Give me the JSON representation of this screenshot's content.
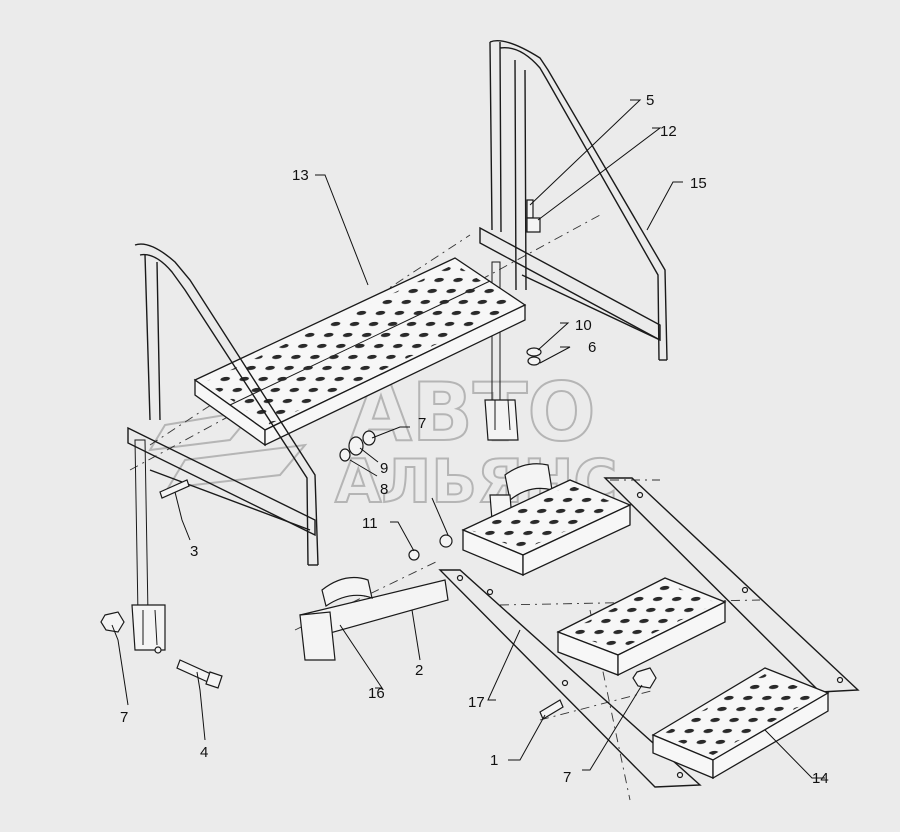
{
  "callouts": [
    {
      "label": "1"
    },
    {
      "label": "2"
    },
    {
      "label": "3"
    },
    {
      "label": "4"
    },
    {
      "label": "5"
    },
    {
      "label": "6"
    },
    {
      "label": "7"
    },
    {
      "label": "7"
    },
    {
      "label": "7"
    },
    {
      "label": "8"
    },
    {
      "label": "9"
    },
    {
      "label": "10"
    },
    {
      "label": "11"
    },
    {
      "label": "12"
    },
    {
      "label": "13"
    },
    {
      "label": "14"
    },
    {
      "label": "15"
    },
    {
      "label": "16"
    },
    {
      "label": "17"
    }
  ],
  "watermark": {
    "line1": "АВТО",
    "line2": "АЛЬЯНС"
  },
  "colors": {
    "background": "#ebebeb",
    "ink": "#1a1a1a",
    "watermark": "#b5b5b5"
  }
}
